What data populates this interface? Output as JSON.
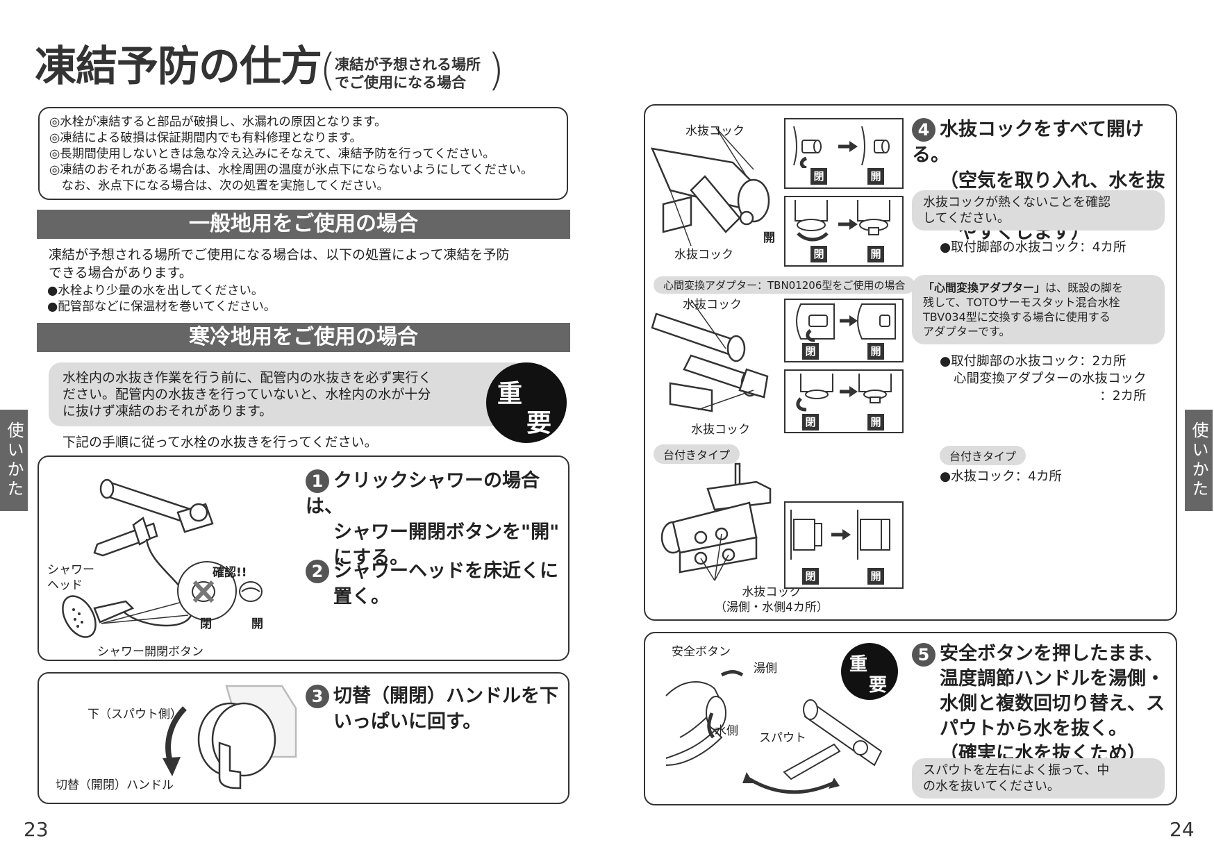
{
  "title": {
    "main": "凍結予防の仕方",
    "sub_line1": "凍結が予想される場所",
    "sub_line2": "でご使用になる場合",
    "paren_open": "(",
    "paren_close": ")"
  },
  "warnings": [
    "◎水栓が凍結すると部品が破損し、水漏れの原因となります。",
    "◎凍結による破損は保証期間内でも有料修理となります。",
    "◎長期間使用しないときは急な冷え込みにそなえて、凍結予防を行ってください。",
    "◎凍結のおそれがある場合は、水栓周囲の温度が氷点下にならないようにしてください。",
    "　なお、氷点下になる場合は、次の処置を実施してください。"
  ],
  "general": {
    "heading": "一般地用をご使用の場合",
    "para_line1": "凍結が予想される場所でご使用になる場合は、以下の処置によって凍結を予防",
    "para_line2": "できる場合があります。",
    "bullets": [
      "●水栓より少量の水を出してください。",
      "●配管部などに保温材を巻いてください。"
    ]
  },
  "cold": {
    "heading": "寒冷地用をご使用の場合",
    "note_lines": [
      "水栓内の水抜き作業を行う前に、配管内の水抜きを必ず実行く",
      "ださい。配管内の水抜きを行っていないと、水栓内の水が十分",
      "に抜けず凍結のおそれがあります。"
    ],
    "juyo_1": "重",
    "juyo_2": "要",
    "instruction": "下記の手順に従って水栓の水抜きを行ってください。"
  },
  "steps12": {
    "num1": "1",
    "step1_lines": [
      "クリックシャワーの場合は、",
      "シャワー開閉ボタンを\"開\"",
      "にする。"
    ],
    "num2": "2",
    "step2_lines": [
      "シャワーヘッドを床近くに",
      "置く。"
    ],
    "label_shower_head_1": "シャワー",
    "label_shower_head_2": "ヘッド",
    "label_confirm": "確認!!",
    "label_close": "閉",
    "label_open": "開",
    "label_shower_button": "シャワー開閉ボタン"
  },
  "step3": {
    "num": "3",
    "lines": [
      "切替（開閉）ハンドルを下",
      "いっぱいに回す。"
    ],
    "label_down": "下（スパウト側）",
    "label_handle": "切替（開閉）ハンドル"
  },
  "step4": {
    "num": "4",
    "lines": [
      "水抜コックをすべて開ける。",
      "（空気を取り入れ、水を抜け",
      "　やすくします）"
    ],
    "note_lines": [
      "水抜コックが熱くないことを確認",
      "してください。"
    ],
    "bullet1": "●取付脚部の水抜コック：4カ所",
    "adapter_caption": "心間変換アダプター：TBN01206型をご使用の場合",
    "adapter_note_bold": "「心間変換アダプター」",
    "adapter_note_rest1": "は、既設の脚を",
    "adapter_note_lines": [
      "残して、TOTOサーモスタット混合水栓",
      "TBV034型に交換する場合に使用する",
      "アダプターです。"
    ],
    "adapter_bullet1": "●取付脚部の水抜コック：2カ所",
    "adapter_bullet2": "心間変換アダプターの水抜コック",
    "adapter_bullet3": "：2カ所",
    "deck_tag": "台付きタイプ",
    "deck_tag2": "台付きタイプ",
    "deck_bullet": "●水抜コック：4カ所",
    "label_cock": "水抜コック",
    "label_cock_4": "水抜コック",
    "label_cock_4b": "（湯側・水側4カ所）",
    "label_close": "閉",
    "label_open": "開"
  },
  "step5": {
    "num": "5",
    "lines": [
      "安全ボタンを押したまま、",
      "温度調節ハンドルを湯側・",
      "水側と複数回切り替え、ス",
      "パウトから水を抜く。",
      "（確実に水を抜くため）"
    ],
    "note_lines": [
      "スパウトを左右によく振って、中",
      "の水を抜いてください。"
    ],
    "juyo_1": "重",
    "juyo_2": "要",
    "label_safety": "安全ボタン",
    "label_hot": "湯側",
    "label_cold": "水側",
    "label_spout": "スパウト"
  },
  "side_tab_left": "使いかた",
  "side_tab_right": "使いかた",
  "page_left": "23",
  "page_right": "24"
}
